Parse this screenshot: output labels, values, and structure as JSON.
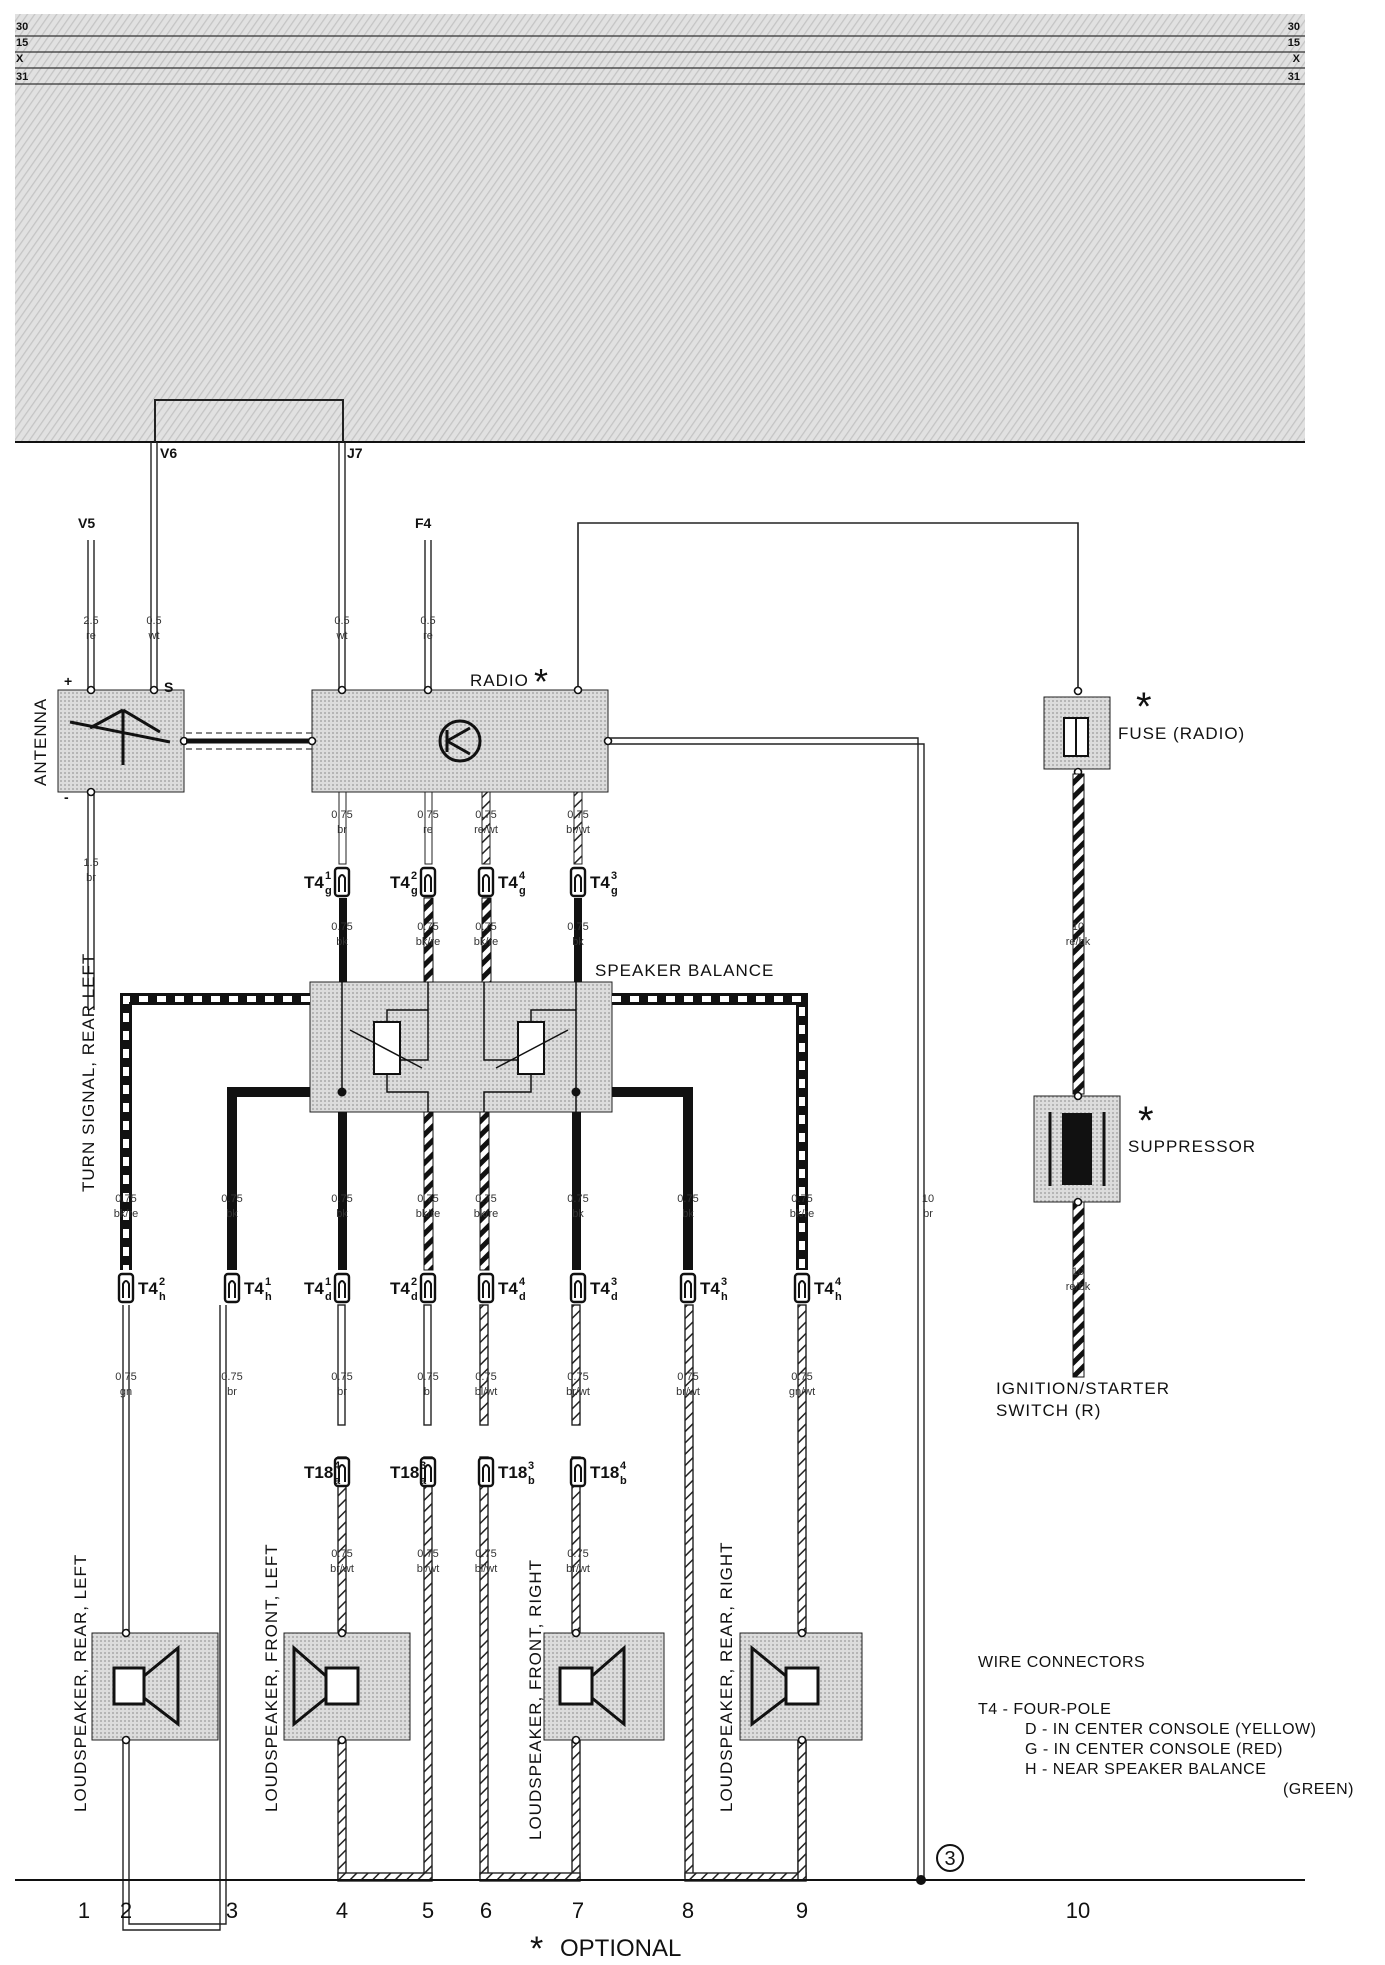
{
  "rails": {
    "labels": [
      "30",
      "15",
      "X",
      "31"
    ]
  },
  "terminals": {
    "v6": "V6",
    "j7": "J7",
    "v5": "V5",
    "f4": "F4",
    "antenna_plus": "+",
    "antenna_minus": "-",
    "antenna_s": "S"
  },
  "components": {
    "antenna": "ANTENNA",
    "radio": "RADIO",
    "fuse": "FUSE (RADIO)",
    "speaker_balance": "SPEAKER BALANCE",
    "suppressor": "SUPPRESSOR",
    "ignition_line1": "IGNITION/STARTER",
    "ignition_line2": "SWITCH (R)",
    "turn_signal": "TURN SIGNAL, REAR LEFT",
    "ls_rear_left": "LOUDSPEAKER, REAR, LEFT",
    "ls_front_left": "LOUDSPEAKER, FRONT, LEFT",
    "ls_front_right": "LOUDSPEAKER, FRONT, RIGHT",
    "ls_rear_right": "LOUDSPEAKER, REAR, RIGHT",
    "optional_mark": "*",
    "ground_point": "3"
  },
  "wires": {
    "v5": [
      "2.5",
      "re"
    ],
    "s": [
      "0.5",
      "wt"
    ],
    "j7": [
      "0.5",
      "wt"
    ],
    "f4": [
      "0.5",
      "re"
    ],
    "ant_minus": [
      "1.5",
      "br"
    ],
    "radio_out": [
      [
        "0.75",
        "br"
      ],
      [
        "0.75",
        "re"
      ],
      [
        "0.75",
        "re/wt"
      ],
      [
        "0.75",
        "br/wt"
      ]
    ],
    "bal_in": [
      [
        "0.75",
        "bk"
      ],
      [
        "0.75",
        "bk/re"
      ],
      [
        "0.75",
        "bk/re"
      ],
      [
        "0.75",
        "bk"
      ]
    ],
    "upper": [
      [
        "0.75",
        "bk/re"
      ],
      [
        "0.75",
        "bk"
      ],
      [
        "0.75",
        "bk"
      ],
      [
        "0.75",
        "bk/re"
      ],
      [
        "0.75",
        "bk/re"
      ],
      [
        "0.75",
        "bk"
      ],
      [
        "0.75",
        "bk"
      ],
      [
        "0.75",
        "bk/re"
      ]
    ],
    "lower": [
      [
        "0.75",
        "gn"
      ],
      [
        "0.75",
        "br"
      ],
      [
        "0.75",
        "br"
      ],
      [
        "0.75",
        "bl"
      ],
      [
        "0.75",
        "bl/wt"
      ],
      [
        "0.75",
        "br/wt"
      ],
      [
        "0.75",
        "br/wt"
      ],
      [
        "0.75",
        "gn/wt"
      ]
    ],
    "speaker": [
      [
        "0.75",
        "br/wt"
      ],
      [
        "0.75",
        "bl/wt"
      ],
      [
        "0.75",
        "bl/wt"
      ],
      [
        "0.75",
        "br/wt"
      ]
    ],
    "ground": [
      "10",
      "br"
    ],
    "fuse_supp": [
      "10",
      "re/bk"
    ],
    "supp_ign": [
      "10",
      "re/bk"
    ]
  },
  "connectors": {
    "row1": [
      [
        "T",
        "4",
        "1",
        "g"
      ],
      [
        "T",
        "4",
        "2",
        "g"
      ],
      [
        "T",
        "4",
        "4",
        "g"
      ],
      [
        "T",
        "4",
        "3",
        "g"
      ]
    ],
    "row2": [
      [
        "T",
        "4",
        "2",
        "h"
      ],
      [
        "T",
        "4",
        "1",
        "h"
      ],
      [
        "T",
        "4",
        "1",
        "d"
      ],
      [
        "T",
        "4",
        "2",
        "d"
      ],
      [
        "T",
        "4",
        "4",
        "d"
      ],
      [
        "T",
        "4",
        "3",
        "d"
      ],
      [
        "T",
        "4",
        "3",
        "h"
      ],
      [
        "T",
        "4",
        "4",
        "h"
      ]
    ],
    "row3": [
      [
        "T",
        "18",
        "4",
        "a"
      ],
      [
        "T",
        "18",
        "3",
        "a"
      ],
      [
        "T",
        "18",
        "3",
        "b"
      ],
      [
        "T",
        "18",
        "4",
        "b"
      ]
    ]
  },
  "legend": {
    "title": "WIRE CONNECTORS",
    "line1": "T4 - FOUR-POLE",
    "line2": "D - IN CENTER CONSOLE (YELLOW)",
    "line3": "G - IN CENTER CONSOLE (RED)",
    "line4": "H - NEAR SPEAKER BALANCE",
    "line5": "(GREEN)"
  },
  "columns": [
    "1",
    "2",
    "3",
    "4",
    "5",
    "6",
    "7",
    "8",
    "9",
    "10"
  ],
  "footer": {
    "optional": "OPTIONAL"
  }
}
